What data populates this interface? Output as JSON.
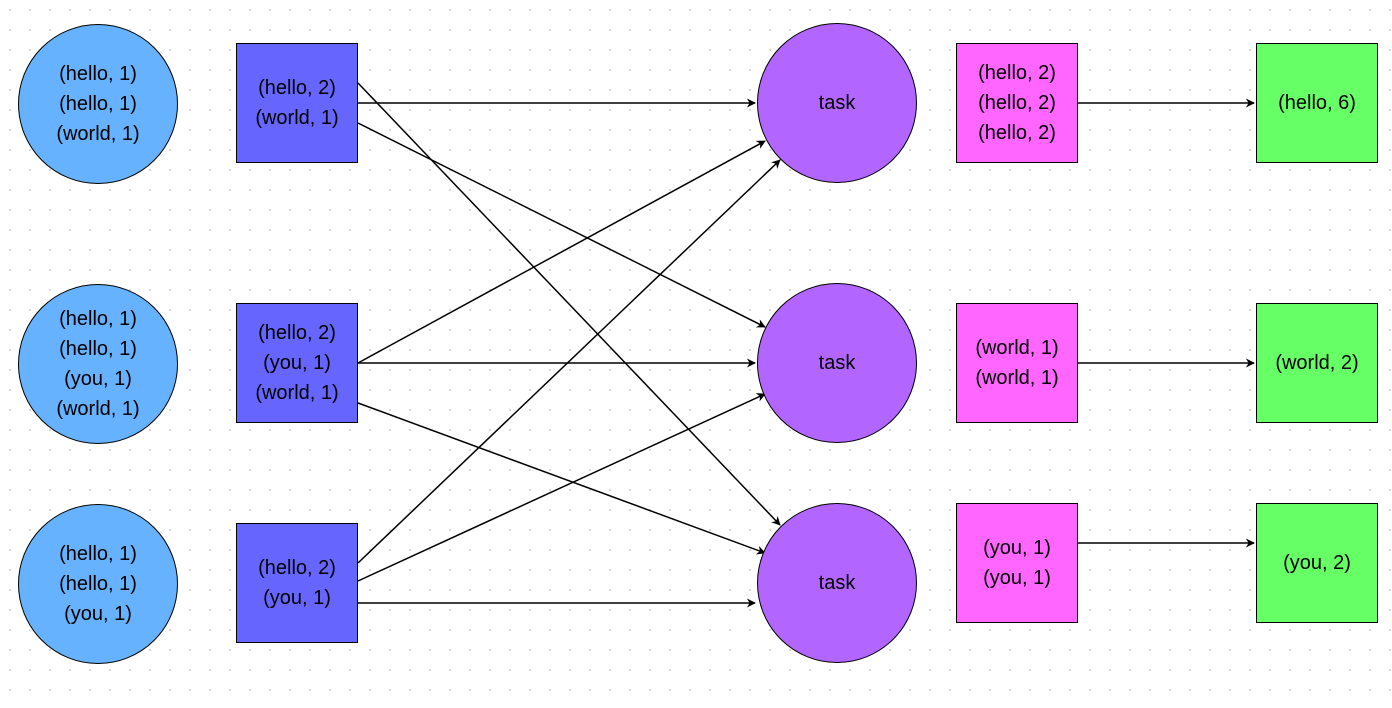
{
  "colors": {
    "input_fill": "#66b2ff",
    "combiner_fill": "#6666ff",
    "task_fill": "#b266ff",
    "group_fill": "#ff66ff",
    "result_fill": "#66ff66",
    "stroke": "#000000"
  },
  "inputs": [
    {
      "lines": [
        "(hello, 1)",
        "(hello, 1)",
        "(world, 1)"
      ]
    },
    {
      "lines": [
        "(hello, 1)",
        "(hello, 1)",
        "(you, 1)",
        "(world, 1)"
      ]
    },
    {
      "lines": [
        "(hello, 1)",
        "(hello, 1)",
        "(you, 1)"
      ]
    }
  ],
  "combiners": [
    {
      "lines": [
        "(hello, 2)",
        "(world, 1)"
      ]
    },
    {
      "lines": [
        "(hello, 2)",
        "(you, 1)",
        "(world, 1)"
      ]
    },
    {
      "lines": [
        "(hello, 2)",
        "(you, 1)"
      ]
    }
  ],
  "tasks": [
    {
      "label": "task"
    },
    {
      "label": "task"
    },
    {
      "label": "task"
    }
  ],
  "groups": [
    {
      "lines": [
        "(hello, 2)",
        "(hello, 2)",
        "(hello, 2)"
      ]
    },
    {
      "lines": [
        "(world, 1)",
        "(world, 1)"
      ]
    },
    {
      "lines": [
        "(you, 1)",
        "(you, 1)"
      ]
    }
  ],
  "results": [
    {
      "label": "(hello, 6)"
    },
    {
      "label": "(world, 2)"
    },
    {
      "label": "(you, 2)"
    }
  ]
}
